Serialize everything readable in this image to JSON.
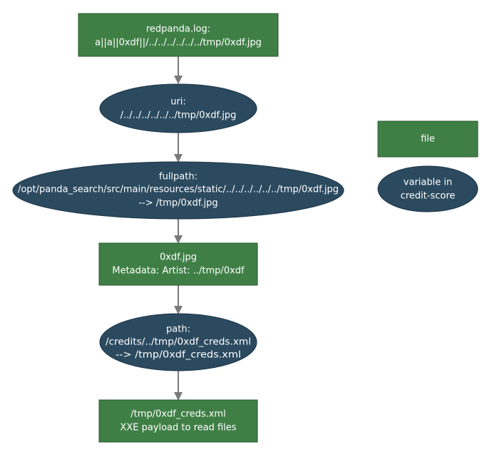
{
  "nodes": {
    "log": {
      "line1": "redpanda.log:",
      "line2": "a||a||0xdf||/../../../../../../tmp/0xdf.jpg"
    },
    "uri": {
      "line1": "uri:",
      "line2": "/../../../../../../tmp/0xdf.jpg"
    },
    "fullpath": {
      "line1": "fullpath:",
      "line2": "/opt/panda_search/src/main/resources/static/../../../../../../tmp/0xdf.jpg",
      "line3": "--> /tmp/0xdf.jpg"
    },
    "image": {
      "line1": "0xdf.jpg",
      "line2": "Metadata: Artist: ../tmp/0xdf"
    },
    "path": {
      "line1": "path:",
      "line2": "/credits/../tmp/0xdf_creds.xml",
      "line3": "--> /tmp/0xdf_creds.xml"
    },
    "xml": {
      "line1": "/tmp/0xdf_creds.xml",
      "line2": "XXE payload to read files"
    }
  },
  "legend": {
    "file": "file",
    "variable_line1": "variable in",
    "variable_line2": "credit-score"
  },
  "colors": {
    "file_node": "#3f7f46",
    "variable_node": "#2b4a5f",
    "edge": "#7a7a7a"
  }
}
